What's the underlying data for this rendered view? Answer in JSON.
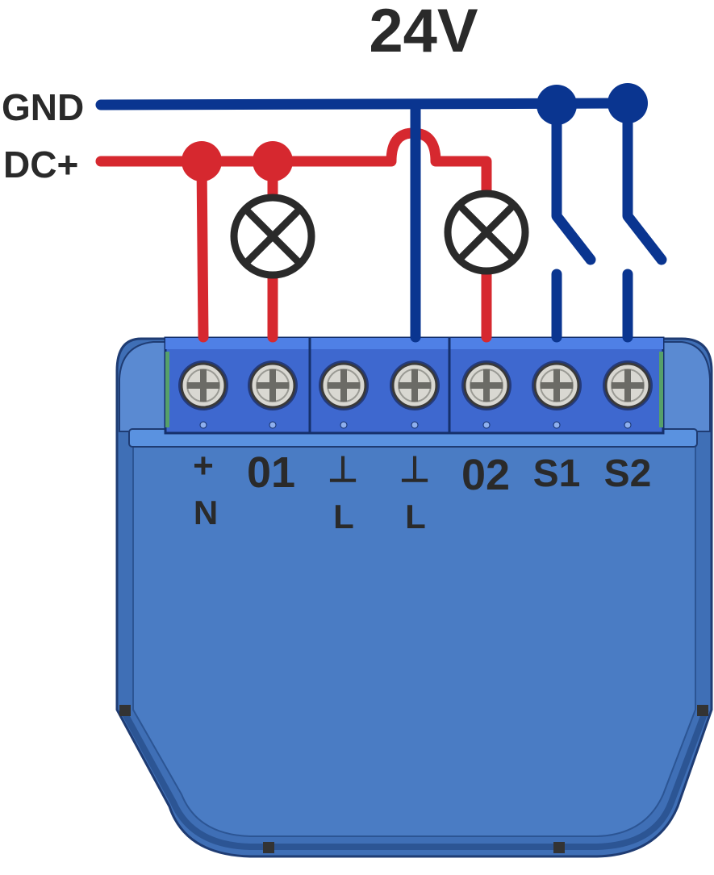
{
  "title": "24V",
  "rails": {
    "gnd_label": "GND",
    "dc_label": "DC+"
  },
  "terminals": [
    {
      "id": "n",
      "label": "+",
      "sublabel": "N"
    },
    {
      "id": "o1",
      "label": "01",
      "sublabel": ""
    },
    {
      "id": "l1",
      "label": "⊥",
      "sublabel": "L"
    },
    {
      "id": "l2",
      "label": "⊥",
      "sublabel": "L"
    },
    {
      "id": "o2",
      "label": "02",
      "sublabel": ""
    },
    {
      "id": "s1",
      "label": "S1",
      "sublabel": ""
    },
    {
      "id": "s2",
      "label": "S2",
      "sublabel": ""
    }
  ],
  "components": {
    "lamps": [
      "lamp-icon",
      "lamp-icon"
    ],
    "switches": [
      "switch-icon",
      "switch-icon"
    ]
  },
  "colors": {
    "gnd_wire": "#0a3590",
    "dc_wire": "#d6282f",
    "device_body": "#4a7cc4",
    "terminal_block": "#3e68cf",
    "text": "#2a2a2a"
  }
}
